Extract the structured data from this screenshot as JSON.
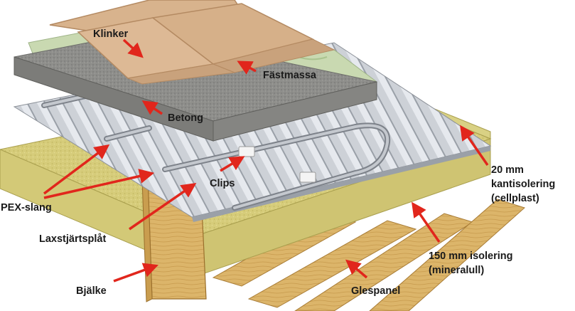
{
  "labels": {
    "klinker": "Klinker",
    "fastmassa": "Fästmassa",
    "betong": "Betong",
    "clips": "Clips",
    "pex_slang": "PEX-slang",
    "laxstjartsplat": "Laxstjärtsplåt",
    "bjalke": "Bjälke",
    "glespanel": "Glespanel",
    "kantisolering_1": "20 mm",
    "kantisolering_2": "kantisolering",
    "kantisolering_3": "(cellplast)",
    "isolering_1": "150 mm isolering",
    "isolering_2": "(mineralull)"
  },
  "colors": {
    "arrow": "#e1261c",
    "tile": "#d9b48f",
    "concrete": "#8f8f8c",
    "adhesive": "#c9d9b1",
    "metal": "#c8ccd2",
    "insulation": "#d8cf7e",
    "wood": "#dcb56a"
  }
}
